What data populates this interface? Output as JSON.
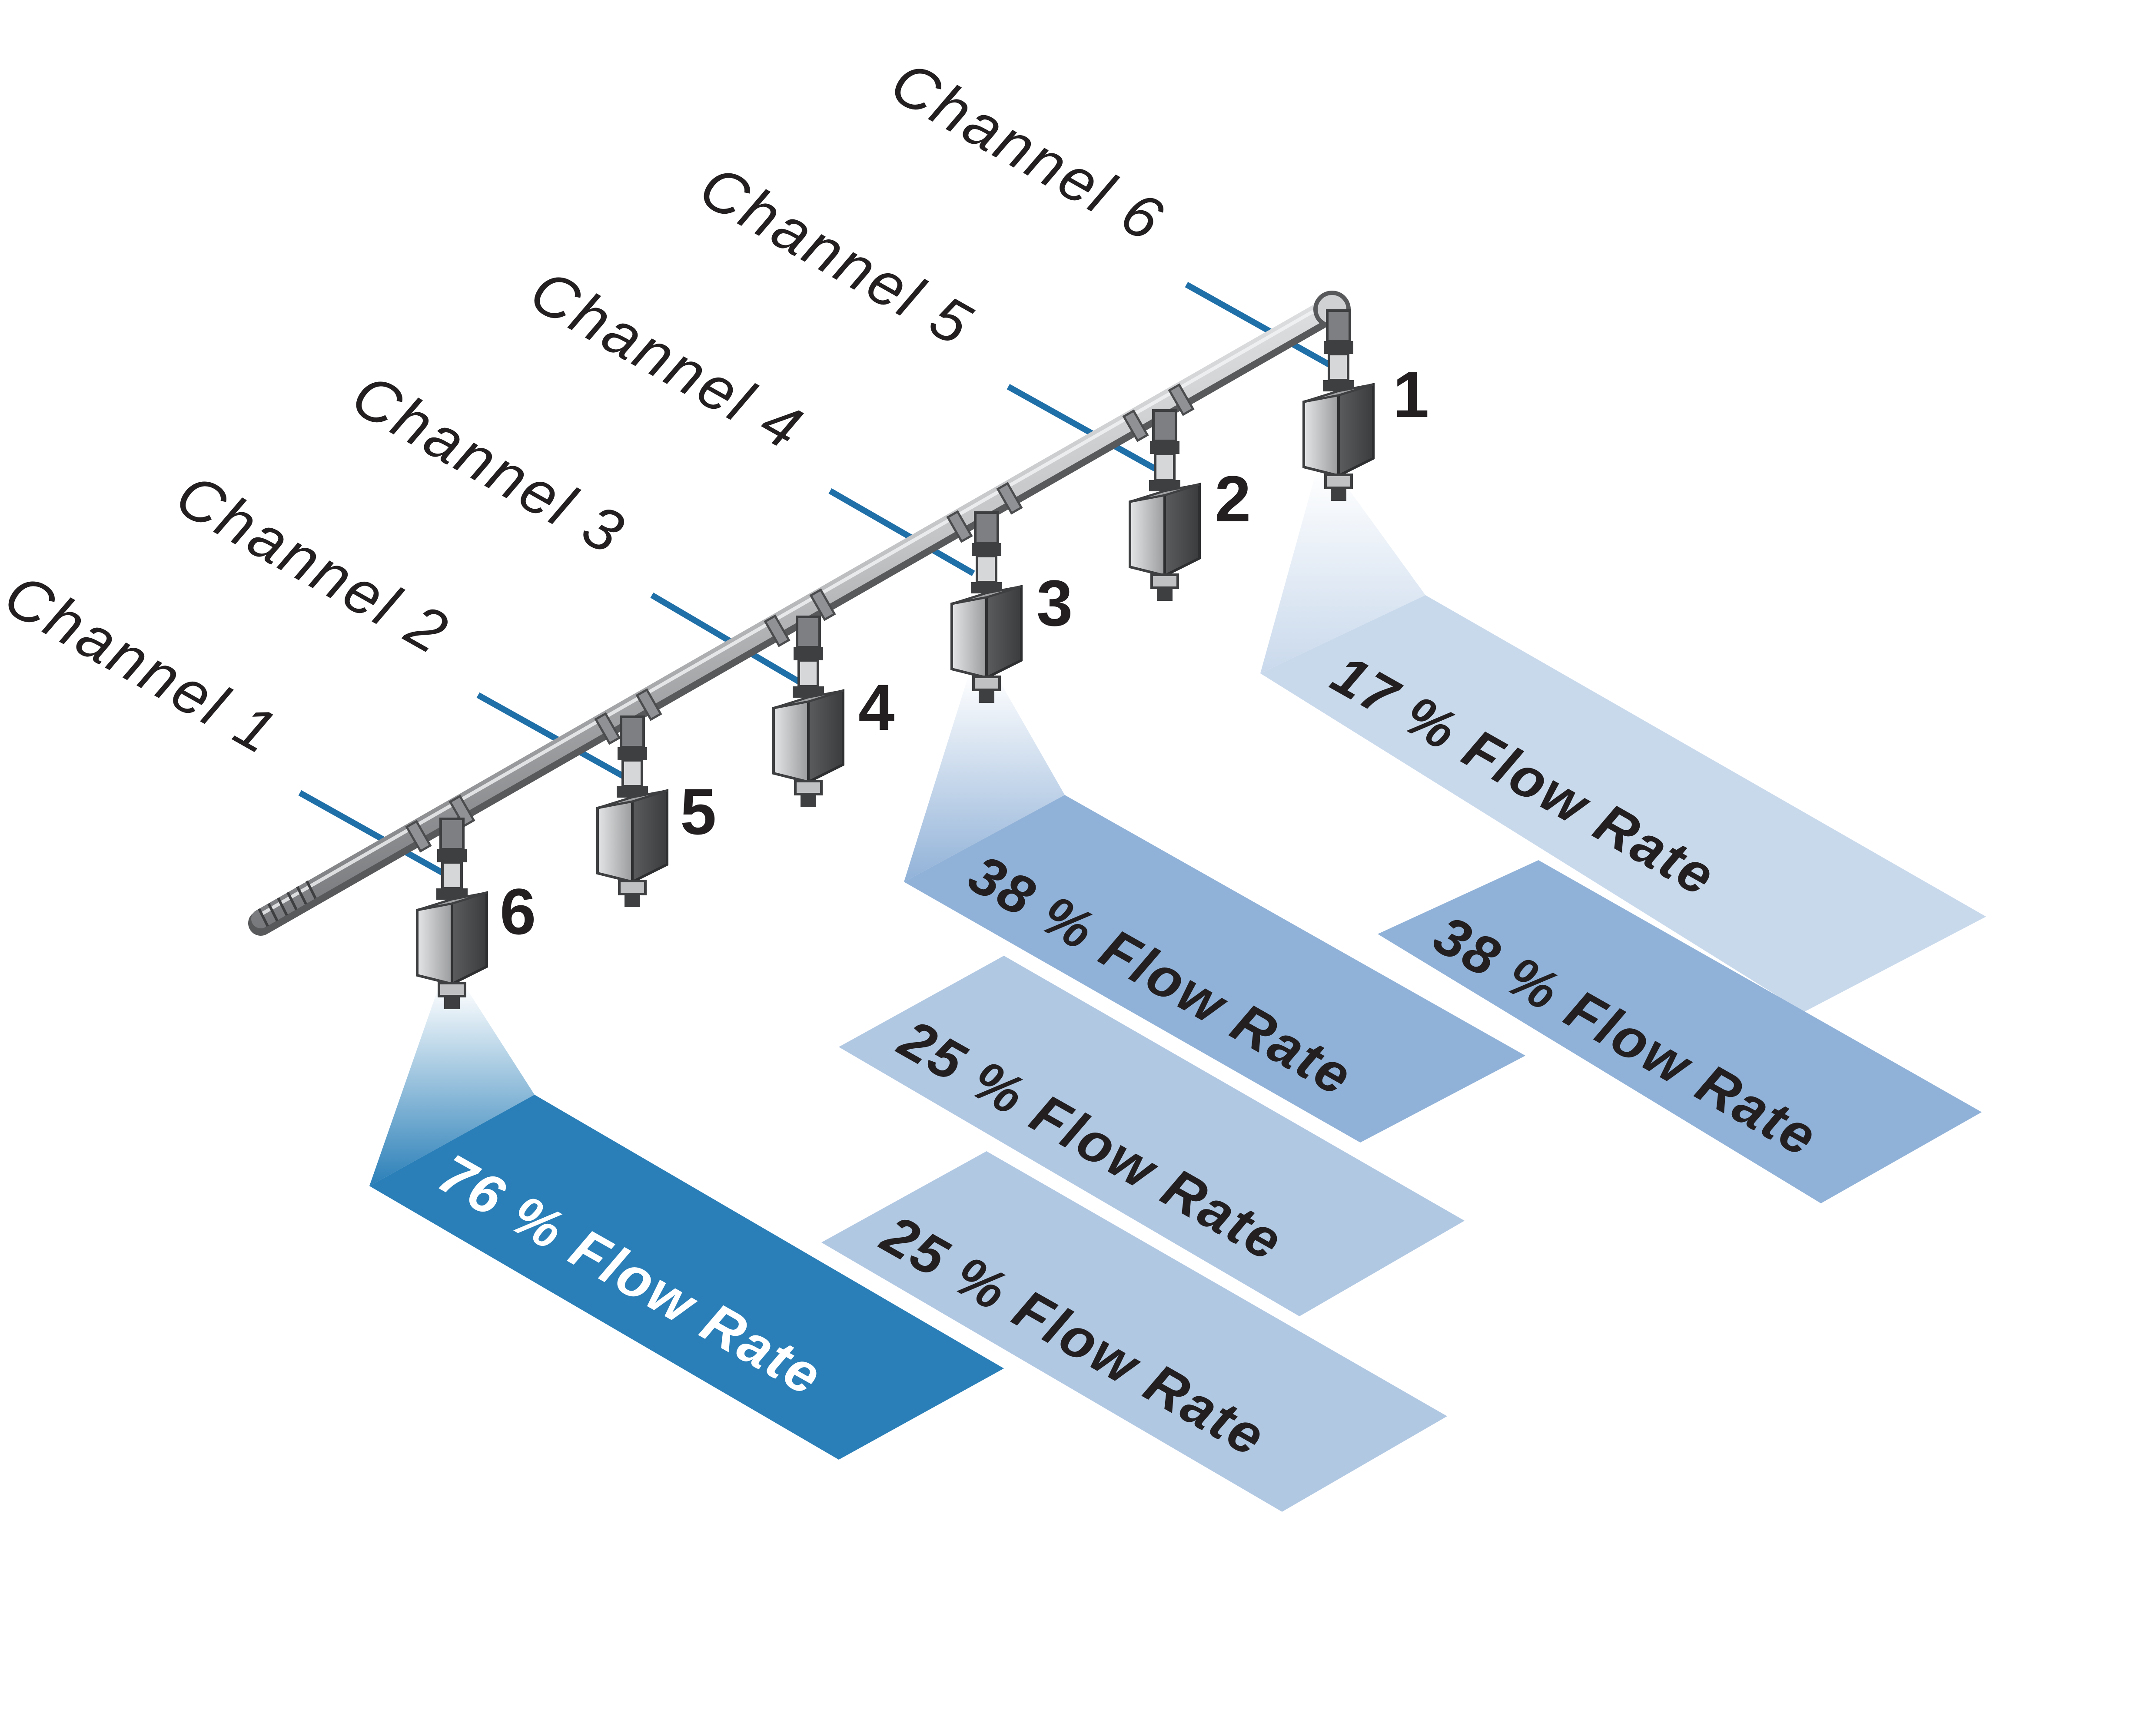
{
  "channels": [
    {
      "label": "Channel 1",
      "nozzle": "6"
    },
    {
      "label": "Channel 2",
      "nozzle": "5"
    },
    {
      "label": "Channel 3",
      "nozzle": "4"
    },
    {
      "label": "Channel 4",
      "nozzle": "3"
    },
    {
      "label": "Channel 5",
      "nozzle": "2"
    },
    {
      "label": "Channel 6",
      "nozzle": "1"
    }
  ],
  "flow_panels": [
    {
      "text": "17 % Flow Rate",
      "color": "#c9d9ec",
      "text_color": "#231f20"
    },
    {
      "text": "38 % Flow Rate",
      "color": "#91b2d8",
      "text_color": "#231f20"
    },
    {
      "text": "38 % Flow Rate",
      "color": "#91b2d8",
      "text_color": "#231f20"
    },
    {
      "text": "25 % Flow Rate",
      "color": "#b1c8e3",
      "text_color": "#231f20"
    },
    {
      "text": "25 % Flow Rate",
      "color": "#b1c8e3",
      "text_color": "#231f20"
    },
    {
      "text": "76 % Flow Rate",
      "color": "#2a7fb8",
      "text_color": "#ffffff"
    }
  ],
  "colors": {
    "leader_line": "#1f6fa8",
    "pipe": "#c9cbcd",
    "nozzle_body": "#8e9092",
    "text": "#231f20"
  }
}
